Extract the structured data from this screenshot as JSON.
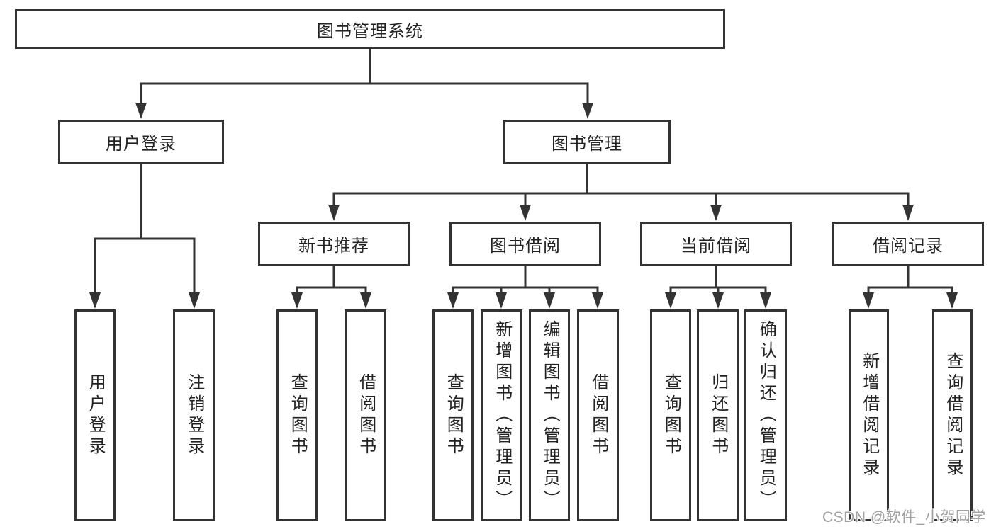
{
  "diagram_type": "hierarchy-tree",
  "tree": {
    "label": "图书管理系统",
    "children": [
      {
        "label": "用户登录",
        "children": [
          {
            "label": "用户登录"
          },
          {
            "label": "注销登录"
          }
        ]
      },
      {
        "label": "图书管理",
        "children": [
          {
            "label": "新书推荐",
            "children": [
              {
                "label": "查询图书"
              },
              {
                "label": "借阅图书"
              }
            ]
          },
          {
            "label": "图书借阅",
            "children": [
              {
                "label": "查询图书"
              },
              {
                "label": "新增图书（管理员）"
              },
              {
                "label": "编辑图书（管理员）"
              },
              {
                "label": "借阅图书"
              }
            ]
          },
          {
            "label": "当前借阅",
            "children": [
              {
                "label": "查询图书"
              },
              {
                "label": "归还图书"
              },
              {
                "label": "确认归还（管理员）"
              }
            ]
          },
          {
            "label": "借阅记录",
            "children": [
              {
                "label": "新增借阅记录"
              },
              {
                "label": "查询借阅记录"
              }
            ]
          }
        ]
      }
    ]
  },
  "watermark": {
    "text": "CSDN @软件_小贺同学"
  },
  "colors": {
    "line": "#333333",
    "box_border": "#333333",
    "box_fill": "#ffffff",
    "text": "#222222",
    "background": "#ffffff",
    "watermark": "#a0a0a0"
  }
}
